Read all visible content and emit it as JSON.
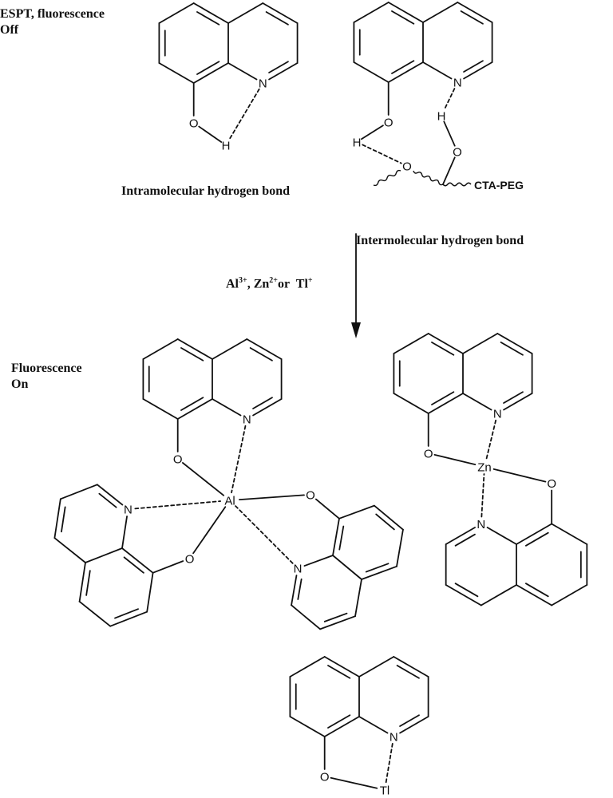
{
  "labels": {
    "state_off_line1": "ESPT, fluorescence",
    "state_off_line2": "Off",
    "intramolecular": "Intramolecular hydrogen bond",
    "intermolecular": "Intermolecular hydrogen bond",
    "state_on_line1": "Fluorescence",
    "state_on_line2": "On",
    "polymer": "CTA-PEG"
  },
  "reagents": {
    "al": {
      "symbol": "Al",
      "charge": "3+"
    },
    "sep1": ", ",
    "zn": {
      "symbol": "Zn",
      "charge": "2+"
    },
    "sep2": "or ",
    "tl": {
      "symbol": "Tl",
      "charge": "+"
    }
  },
  "atoms": {
    "N": "N",
    "O": "O",
    "H": "H",
    "Al": "Al",
    "Zn": "Zn",
    "Tl": "Tl"
  },
  "colors": {
    "ink": "#111111",
    "background": "#ffffff"
  }
}
